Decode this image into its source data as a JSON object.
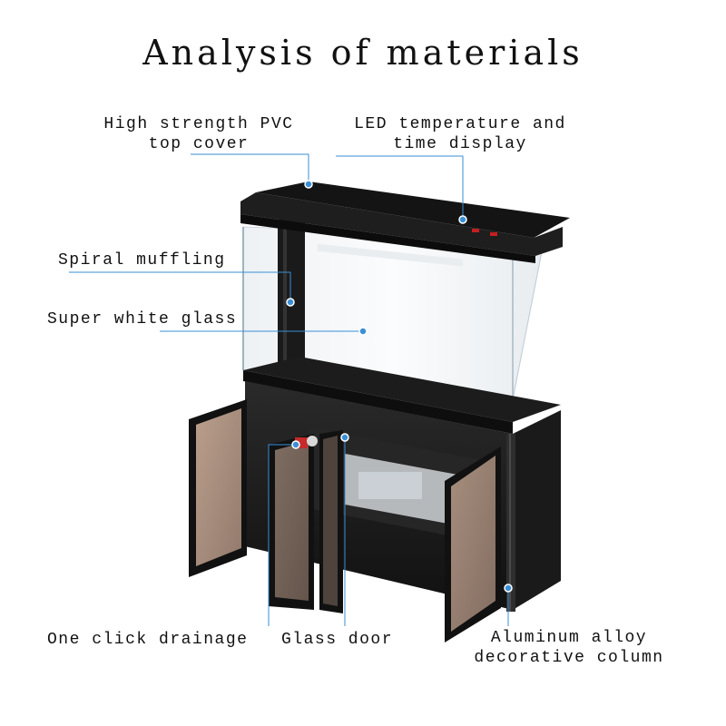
{
  "title": "Analysis of materials",
  "labels": {
    "top_cover": [
      "High strength PVC",
      "top cover"
    ],
    "led_display": [
      "LED temperature and",
      "time display"
    ],
    "spiral": "Spiral muffling",
    "glass": "Super white glass",
    "drainage": "One click drainage",
    "glass_door": "Glass door",
    "column": [
      "Aluminum alloy",
      "decorative column"
    ]
  },
  "colors": {
    "callout": "#3a8fd6",
    "frame": "#1b1b1b",
    "glass": "#f4f6f8",
    "door_tint": "#c9a691"
  }
}
